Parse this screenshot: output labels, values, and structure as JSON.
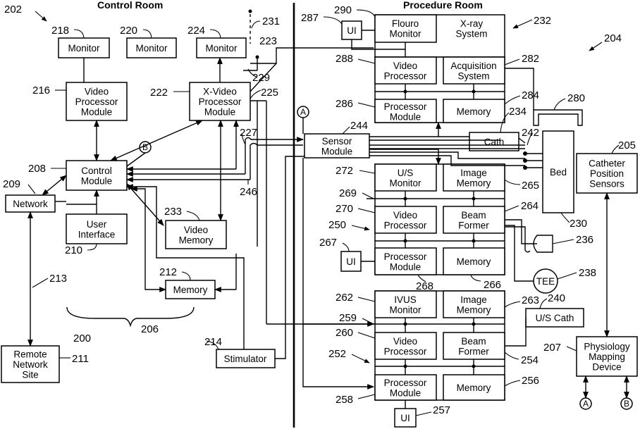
{
  "headers": {
    "control_room": "Control Room",
    "procedure_room": "Procedure Room"
  },
  "connectors": {
    "a": "A",
    "b": "B"
  },
  "blocks": {
    "monitor_218": [
      "Monitor"
    ],
    "monitor_220": [
      "Monitor"
    ],
    "monitor_224": [
      "Monitor"
    ],
    "video_processor_module_216": [
      "Video",
      "Processor",
      "Module"
    ],
    "x_video_processor_module_222": [
      "X-Video",
      "Processor",
      "Module"
    ],
    "control_module_208": [
      "Control",
      "Module"
    ],
    "network_209": [
      "Network"
    ],
    "user_interface_210": [
      "User",
      "Interface"
    ],
    "video_memory_233": [
      "Video",
      "Memory"
    ],
    "memory_212": [
      "Memory"
    ],
    "remote_network_site_211": [
      "Remote",
      "Network",
      "Site"
    ],
    "stimulator_214": [
      "Stimulator"
    ],
    "ui_290": [
      "UI"
    ],
    "flouro_monitor": [
      "Flouro",
      "Monitor"
    ],
    "xray_system_232": [
      "X-ray",
      "System"
    ],
    "video_processor_288": [
      "Video",
      "Processor"
    ],
    "acquisition_system_282": [
      "Acquisition",
      "System"
    ],
    "processor_module_286": [
      "Processor",
      "Module"
    ],
    "memory_284": [
      "Memory"
    ],
    "sensor_module_244": [
      "Sensor",
      "Module"
    ],
    "cath_234": [
      "Cath"
    ],
    "bed_230": [
      "Bed"
    ],
    "catheter_position_sensors_205": [
      "Catheter",
      "Position",
      "Sensors"
    ],
    "us_monitor_272": [
      "U/S",
      "Monitor"
    ],
    "image_memory_265": [
      "Image",
      "Memory"
    ],
    "video_processor_270": [
      "Video",
      "Processor"
    ],
    "beam_former_264": [
      "Beam",
      "Former"
    ],
    "ui_267": [
      "UI"
    ],
    "processor_module_268": [
      "Processor",
      "Module"
    ],
    "memory_266": [
      "Memory"
    ],
    "tee_238": [
      "TEE"
    ],
    "ivus_monitor_262": [
      "IVUS",
      "Monitor"
    ],
    "image_memory_263": [
      "Image",
      "Memory"
    ],
    "us_cath_240": [
      "U/S Cath"
    ],
    "video_processor_260": [
      "Video",
      "Processor"
    ],
    "beam_former_254": [
      "Beam",
      "Former"
    ],
    "physiology_mapping_device_207": [
      "Physiology",
      "Mapping",
      "Device"
    ],
    "processor_module_258": [
      "Processor",
      "Module"
    ],
    "memory_256": [
      "Memory"
    ],
    "ui_257": [
      "UI"
    ]
  },
  "refs": {
    "r202": "202",
    "r204": "204",
    "r218": "218",
    "r220": "220",
    "r224": "224",
    "r231": "231",
    "r223": "223",
    "r229": "229",
    "r216": "216",
    "r222": "222",
    "r225": "225",
    "r227": "227",
    "r208": "208",
    "r209": "209",
    "r246": "246",
    "r233": "233",
    "r210": "210",
    "r212": "212",
    "r213": "213",
    "r200": "200",
    "r206": "206",
    "r214": "214",
    "r211": "211",
    "r287": "287",
    "r290": "290",
    "r232": "232",
    "r288": "288",
    "r282": "282",
    "r286": "286",
    "r284": "284",
    "r280": "280",
    "r244": "244",
    "r234": "234",
    "r242": "242",
    "r205": "205",
    "r272": "272",
    "r265": "265",
    "r269": "269",
    "r270": "270",
    "r264": "264",
    "r250": "250",
    "r230": "230",
    "r267": "267",
    "r236": "236",
    "r268": "268",
    "r266": "266",
    "r238": "238",
    "r262": "262",
    "r263": "263",
    "r240": "240",
    "r259": "259",
    "r260": "260",
    "r207": "207",
    "r252": "252",
    "r254": "254",
    "r256": "256",
    "r258": "258",
    "r257": "257"
  }
}
